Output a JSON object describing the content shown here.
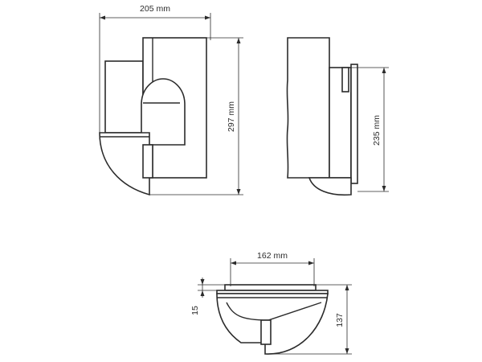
{
  "dimensions": {
    "front_width": "205 mm",
    "front_height": "297 mm",
    "side_height": "235 mm",
    "bottom_width": "162 mm",
    "bottom_left": "15",
    "bottom_right": "137"
  },
  "colors": {
    "line": "#2b2b2b",
    "background": "#ffffff"
  }
}
